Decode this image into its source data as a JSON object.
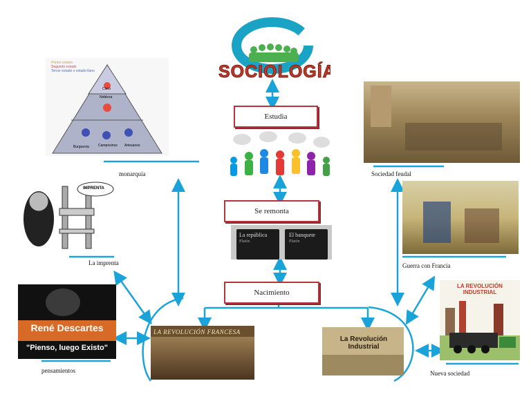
{
  "title": "SOCIOLOGÍA",
  "nodes": {
    "estudia": "Estudia",
    "se_remonta": "Se remonta",
    "nacimiento": "Nacimiento"
  },
  "labels": {
    "monarquia": "monarquía",
    "la_imprenta": "La imprenta",
    "pensamientos": "pensamientos",
    "sociedad_feudal": "Sociedad feudal",
    "guerra_francia": "Guerra con Francia",
    "nueva_sociedad": "Nueva sociedad"
  },
  "pyramid": {
    "legend": [
      "Primer estado",
      "Segundo estado",
      "Tercer estado o estado llano"
    ],
    "levels": [
      "Clero",
      "Nobleza",
      "Campesinos",
      "Burguesía",
      "Artesanos"
    ]
  },
  "images": {
    "imprenta_bubble": "IMPRENTA",
    "books": [
      "La república",
      "El banquete"
    ],
    "books_author": [
      "Platón",
      "Platón"
    ],
    "descartes_name": "René Descartes",
    "descartes_quote": "\"Pienso, luego Existo\"",
    "revolucion_francesa": "LA REVOLUCIÓN FRANCESA",
    "revolucion_industrial": "La Revolución Industrial",
    "revolucion_industrial_caps": "LA REVOLUCIÓN INDUSTRIAL"
  },
  "colors": {
    "arrow": "#1aa3d9",
    "box_border": "#b5343c",
    "logo_teal": "#1aa3c4",
    "logo_green": "#4caf50",
    "logo_red": "#c0392b"
  }
}
